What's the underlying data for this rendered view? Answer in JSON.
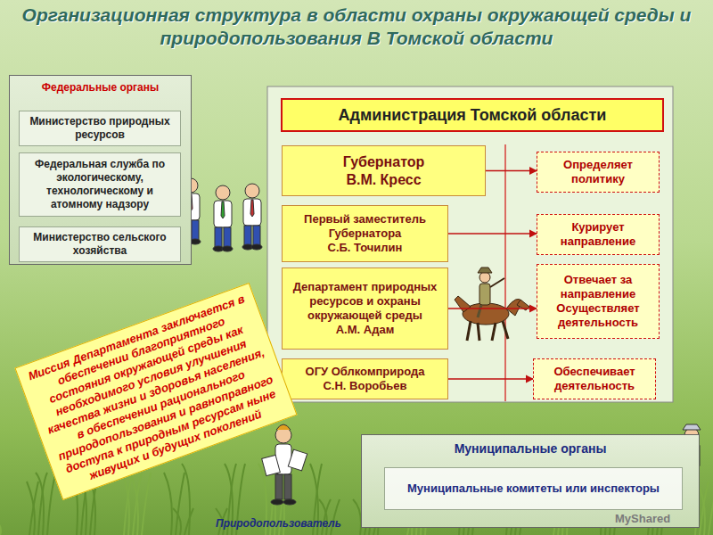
{
  "diagram": {
    "title": "Организационная структура в области охраны окружающей среды и природопользования В Томской области",
    "nodes": [
      {
        "text": [
          "Федеральные органы"
        ]
      },
      {
        "text": [
          "Министерство природных ресурсов"
        ],
        "in": 0
      },
      {
        "text": [
          "Федеральная служба по экологическому, технологическому и атомному надзору"
        ],
        "in": 0
      },
      {
        "text": [
          "Министерство сельского хозяйства"
        ],
        "in": 0
      },
      {
        "text": [
          "Администрация Томской области"
        ]
      },
      {
        "text": [
          "Губернатор",
          "В.М. Кресс"
        ],
        "in": 4
      },
      {
        "text": [
          "Первый заместитель Губернатора",
          "С.Б. Точилин"
        ],
        "in": 4
      },
      {
        "text": [
          "Департамент природных ресурсов и охраны окружающей среды",
          "А.М. Адам"
        ],
        "in": 4
      },
      {
        "text": [
          "ОГУ Облкомприрода",
          "С.Н. Воробьев"
        ],
        "in": 4
      },
      {
        "text": [
          "Определяет политику"
        ],
        "in": 4
      },
      {
        "text": [
          "Курирует направление"
        ],
        "in": 4
      },
      {
        "text": [
          "Отвечает за направление Осуществляет деятельность"
        ],
        "in": 4
      },
      {
        "text": [
          "Обеспечивает деятельность"
        ],
        "in": 4
      },
      {
        "text": [
          "Миссия Департамента заключается в обеспечении благоприятного состояния окружающей среды как необходимого условия улучшения качества жизни и здоровья населения, в обеспечении рационального природопользования и равноправного доступа к природным ресурсам ныне живущих и будущих поколений"
        ]
      },
      {
        "text": [
          "Муниципальные органы"
        ]
      },
      {
        "text": [
          "Муниципальные комитеты или инспекторы"
        ],
        "in": 14
      }
    ],
    "edges": [
      {
        "from": 5,
        "to": 9,
        "arrow": "to"
      },
      {
        "from": 6,
        "to": 10,
        "arrow": "to"
      },
      {
        "from": 7,
        "to": 11,
        "arrow": "to"
      },
      {
        "from": 8,
        "to": 12,
        "arrow": "to"
      }
    ],
    "labels": [
      "Природопользователь",
      "MyShared"
    ]
  }
}
